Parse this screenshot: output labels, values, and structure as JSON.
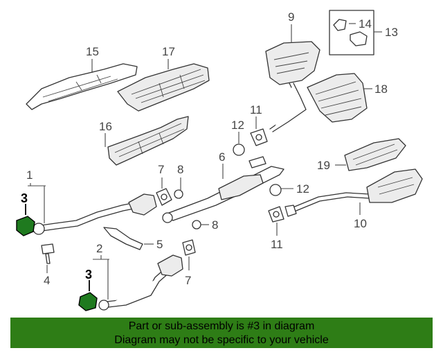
{
  "callouts": {
    "c1": "1",
    "c2": "2",
    "c3a": "3",
    "c3b": "3",
    "c4": "4",
    "c5": "5",
    "c6": "6",
    "c7a": "7",
    "c7b": "7",
    "c8a": "8",
    "c8b": "8",
    "c9": "9",
    "c10": "10",
    "c11a": "11",
    "c11b": "11",
    "c12a": "12",
    "c12b": "12",
    "c13": "13",
    "c14": "14",
    "c15": "15",
    "c16": "16",
    "c17": "17",
    "c18": "18",
    "c19": "19"
  },
  "banner": {
    "line1": "Part or sub-assembly is #3 in diagram",
    "line2": "Diagram may not be specific to your vehicle"
  },
  "colors": {
    "banner_bg": "#2e7d16",
    "highlight": "#1f7a1f"
  }
}
